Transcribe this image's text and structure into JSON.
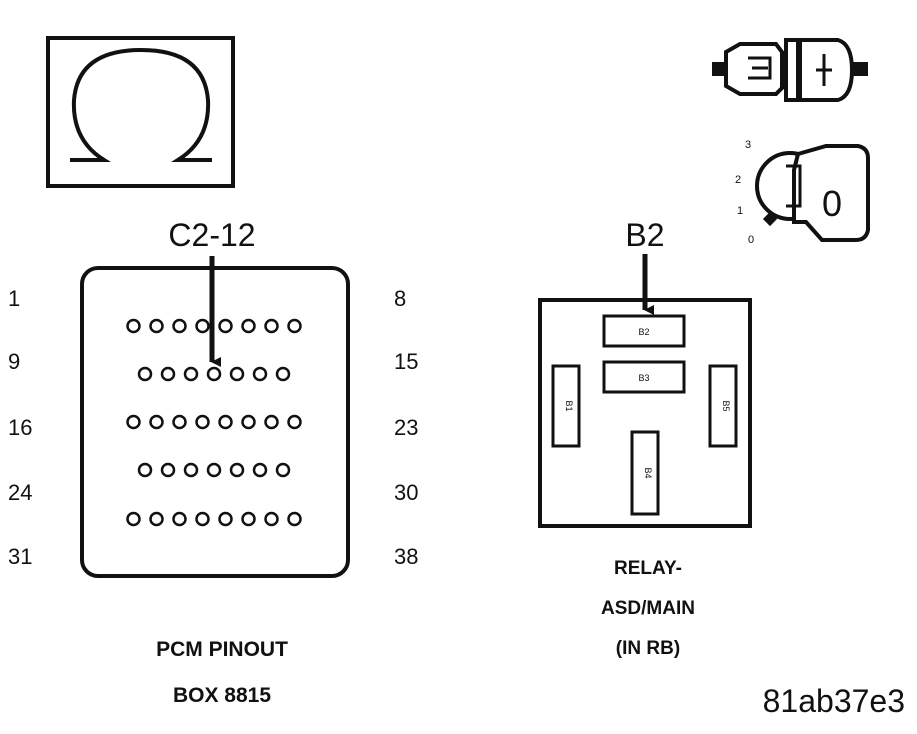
{
  "ohm_symbol": "Ω",
  "pcm": {
    "pointer_label": "C2-12",
    "left_numbers": [
      "1",
      "9",
      "16",
      "24",
      "31"
    ],
    "right_numbers": [
      "8",
      "15",
      "23",
      "30",
      "38"
    ],
    "caption_line1": "PCM PINOUT",
    "caption_line2": "BOX 8815"
  },
  "relay": {
    "pointer_label": "B2",
    "slot_b2": "B2",
    "slot_b3": "B3",
    "slot_b1": "B1",
    "slot_b5": "B5",
    "slot_b4": "B4",
    "caption_line1": "RELAY-",
    "caption_line2": "ASD/MAIN",
    "caption_line3": "(IN RB)"
  },
  "ignition": {
    "positions": [
      "3",
      "2",
      "1",
      "0"
    ],
    "key_value": "0"
  },
  "figure_id": "81ab37e3"
}
